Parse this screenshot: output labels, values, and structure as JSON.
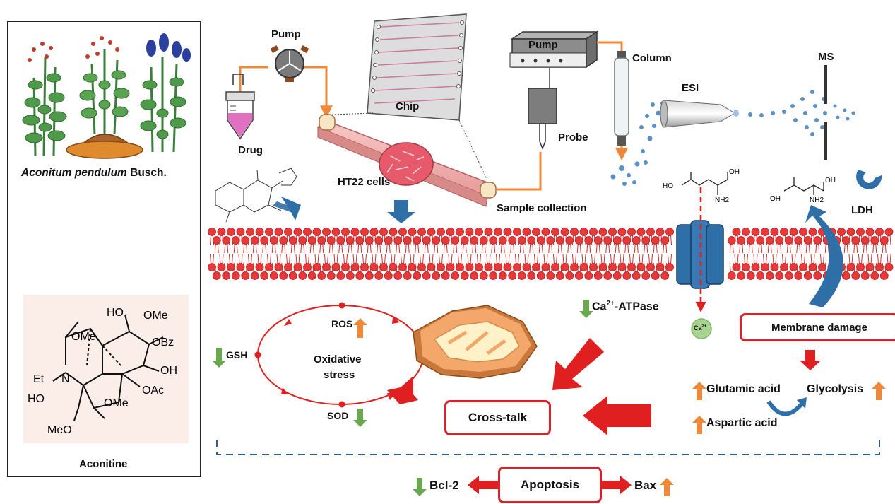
{
  "plant": {
    "genus": "Aconitum pendulum",
    "author": "Busch."
  },
  "compound": {
    "name": "Aconitine",
    "groups": {
      "ho_top": "HO",
      "ome_top": "OMe",
      "ome_left": "OMe",
      "obz": "OBz",
      "oh": "OH",
      "et": "Et",
      "n": "N",
      "oac": "OAc",
      "ho_left": "HO",
      "ome_bottom": "OMe",
      "meo": "MeO"
    }
  },
  "setup": {
    "pump_left": "Pump",
    "pump_right": "Pump",
    "drug": "Drug",
    "chip": "Chip",
    "probe": "Probe",
    "column": "Column",
    "esi": "ESI",
    "ms": "MS",
    "cells": "HT22 cells",
    "sample": "Sample collection"
  },
  "metabolites": {
    "nh2_1": "NH2",
    "ho_1": "HO",
    "oh_1": "OH",
    "nh2_2": "NH2",
    "oh_2": "OH",
    "oh_3": "OH",
    "ldh": "LDH"
  },
  "mechanism": {
    "ca_atpase_prefix": "Ca",
    "ca_atpase_sup": "2+",
    "ca_atpase_suffix": "-ATPase",
    "ca_ion": "Ca",
    "ca_ion_sup": "2+",
    "ros": "ROS",
    "gsh": "GSH",
    "oxidative_1": "Oxidative",
    "oxidative_2": "stress",
    "sod": "SOD",
    "membrane": "Membrane damage",
    "glutamic": "Glutamic acid",
    "glycolysis": "Glycolysis",
    "aspartic": "Aspartic acid",
    "crosstalk": "Cross-talk",
    "apoptosis": "Apoptosis",
    "bcl2": "Bcl-2",
    "bax": "Bax"
  },
  "colors": {
    "red": "#e02020",
    "orange": "#f0883a",
    "green": "#6aa84f",
    "blue": "#2f6fa8",
    "membrane": "#e8393a"
  }
}
